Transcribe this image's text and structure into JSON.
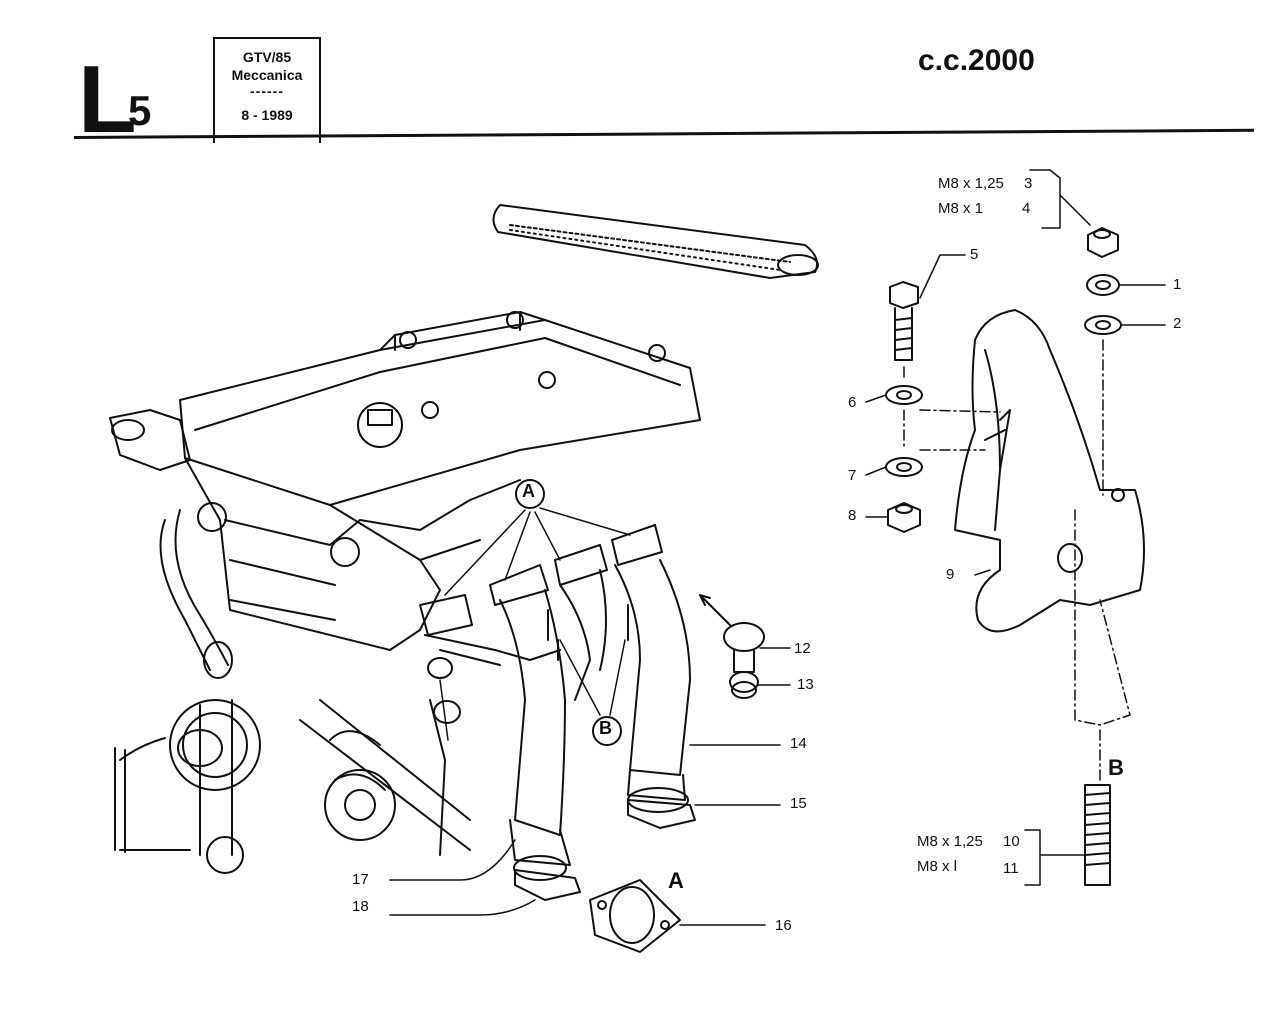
{
  "header": {
    "section_letter": "L",
    "section_number": "5",
    "model": "GTV/85",
    "category": "Meccanica",
    "separator": "------",
    "date": "8 - 1989",
    "engine": "c.c.2000"
  },
  "callouts": {
    "p1": "1",
    "p2": "2",
    "p3": "3",
    "p4": "4",
    "p5": "5",
    "p6": "6",
    "p7": "7",
    "p8": "8",
    "p9": "9",
    "p10": "10",
    "p11": "11",
    "p12": "12",
    "p13": "13",
    "p14": "14",
    "p15": "15",
    "p16": "16",
    "p17": "17",
    "p18": "18"
  },
  "thread_specs": {
    "nut_coarse": "M8 x 1,25",
    "nut_fine": "M8 x 1",
    "stud_coarse": "M8 x 1,25",
    "stud_fine": "M8 x l"
  },
  "detail_markers": {
    "a_circle": "A",
    "b_circle": "B",
    "b_stud": "B",
    "a_gasket": "A"
  }
}
